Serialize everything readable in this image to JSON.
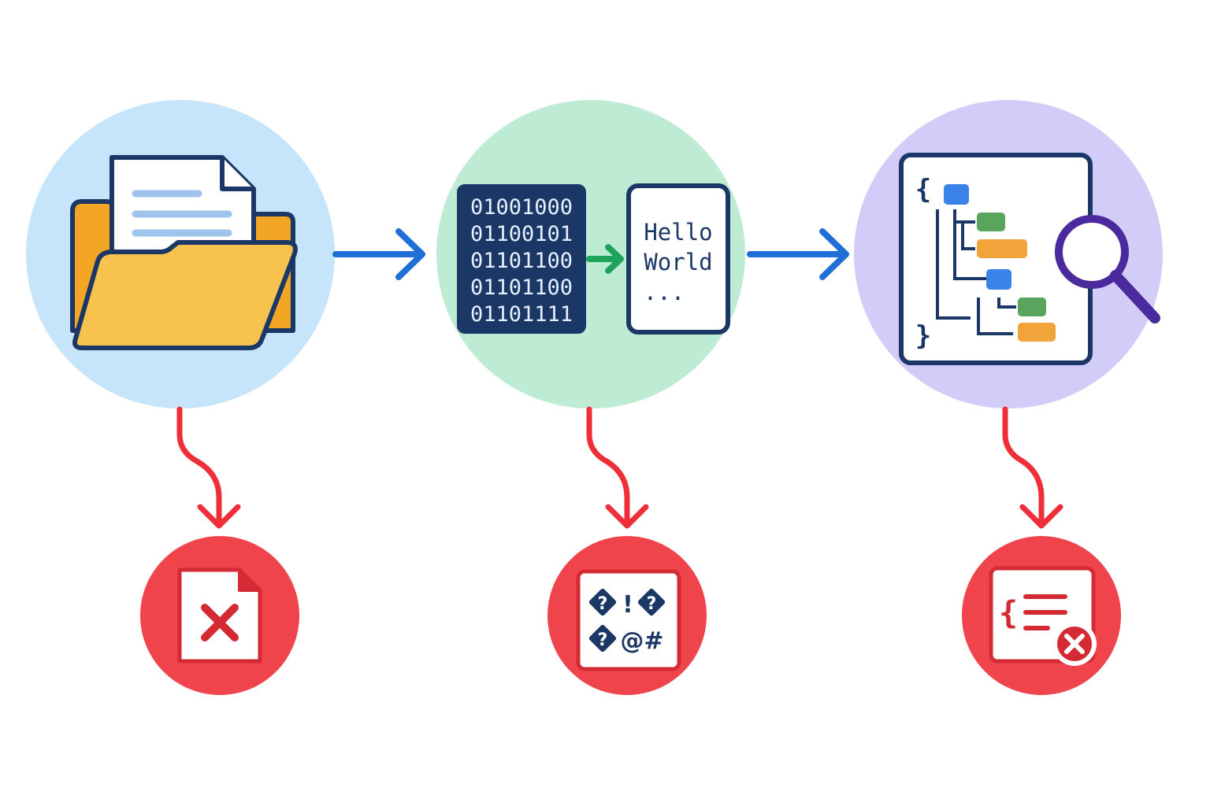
{
  "colors": {
    "stage1_bg": "#c6e4fa",
    "stage2_bg": "#bdebd4",
    "stage3_bg": "#d2cdf8",
    "error_bg": "#f0444c",
    "flow_arrow": "#1f6fd6",
    "inner_arrow": "#1fa35a",
    "error_arrow": "#ee2f3a",
    "outline": "#1b3766",
    "folder": "#f8c24e",
    "folder_back": "#f3a623",
    "doc_lines": "#9ec4ec",
    "binary_panel": "#1b3766",
    "binary_text": "#e6f0ff",
    "tree_blue": "#3a82e8",
    "tree_green": "#5aa55e",
    "tree_orange": "#f0a43a",
    "magnifier": "#4b2a9e",
    "error_accent": "#d42a34"
  },
  "icons": {
    "stage1": "folder-with-document-icon",
    "stage2": "binary-to-text-decoding-icon",
    "stage3": "syntax-tree-inspection-icon",
    "error1": "corrupt-file-icon",
    "error2": "garbled-characters-icon",
    "error3": "parse-error-icon"
  },
  "decode": {
    "binary_rows": [
      "01001000",
      "01100101",
      "01101100",
      "01101100",
      "01101111"
    ],
    "text_lines": [
      "Hello",
      "World",
      "..."
    ]
  },
  "tree": {
    "open_brace": "{",
    "close_brace": "}"
  },
  "errors": {
    "garbled_row1": [
      "?",
      "!",
      "?"
    ],
    "garbled_row2": [
      "?",
      "@#"
    ],
    "parse_brace": "{"
  }
}
